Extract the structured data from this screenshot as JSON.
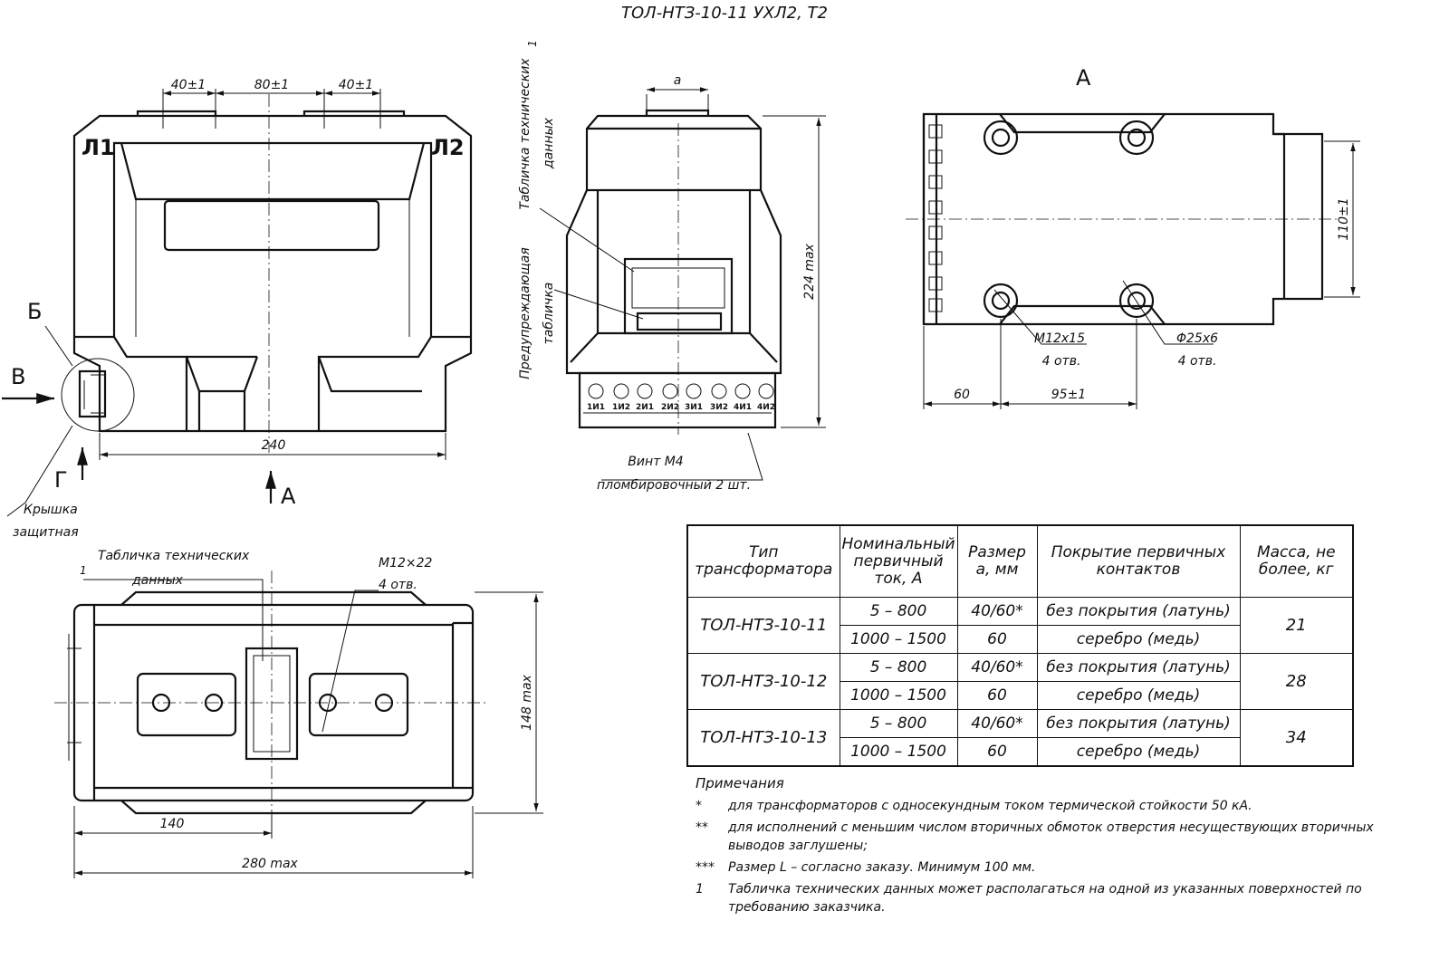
{
  "header": {
    "title": "ТОЛ-НТЗ-10-11 УХЛ2, Т2"
  },
  "front_view": {
    "letters": {
      "l1": "Л1",
      "l2": "Л2",
      "b": "Б",
      "v": "В",
      "g": "Г",
      "a": "А"
    },
    "dims": {
      "left_40": "40±1",
      "mid_80": "80±1",
      "right_40": "40±1",
      "width_240": "240"
    },
    "cover_label_line1": "Крышка",
    "cover_label_line2": "защитная"
  },
  "side_view": {
    "dim_a": "a",
    "dim_height": "224 max",
    "plate_tech_line1": "Табличка технических",
    "plate_tech_line2": "данных",
    "plate_tech_ref": "1",
    "plate_warn_line1": "Предупреждающая",
    "plate_warn_line2": "табличка",
    "terminals": [
      "1И1",
      "1И2",
      "2И1",
      "2И2",
      "3И1",
      "3И2",
      "4И1",
      "4И2"
    ],
    "screw_line1": "Винт М4",
    "screw_line2": "пломбировочный 2 шт."
  },
  "view_a": {
    "title": "А",
    "dim_height": "110±1",
    "dim_60": "60",
    "dim_95": "95±1",
    "thread_label": "М12х15",
    "thread_count": "4 отв.",
    "hole_label": "Φ25х6",
    "hole_count": "4 отв."
  },
  "top_view": {
    "plate_ref": "1",
    "plate_line1": "Табличка технических",
    "plate_line2": "данных",
    "thread_label": "М12×22",
    "thread_count": "4 отв.",
    "dim_height": "148 max",
    "dim_140": "140",
    "dim_280": "280 max"
  },
  "spec_table": {
    "headers": {
      "type": "Тип трансформатора",
      "current": "Номинальный первичный ток, А",
      "size": "Размер а, мм",
      "coating": "Покрытие первичных контактов",
      "mass": "Масса, не более, кг"
    },
    "groups": [
      {
        "type": "ТОЛ-НТЗ-10-11",
        "mass": "21",
        "rows": [
          {
            "current": "5 – 800",
            "size": "40/60*",
            "coating": "без покрытия (латунь)"
          },
          {
            "current": "1000 – 1500",
            "size": "60",
            "coating": "серебро (медь)"
          }
        ]
      },
      {
        "type": "ТОЛ-НТЗ-10-12",
        "mass": "28",
        "rows": [
          {
            "current": "5 – 800",
            "size": "40/60*",
            "coating": "без покрытия (латунь)"
          },
          {
            "current": "1000 – 1500",
            "size": "60",
            "coating": "серебро (медь)"
          }
        ]
      },
      {
        "type": "ТОЛ-НТЗ-10-13",
        "mass": "34",
        "rows": [
          {
            "current": "5 – 800",
            "size": "40/60*",
            "coating": "без покрытия (латунь)"
          },
          {
            "current": "1000 – 1500",
            "size": "60",
            "coating": "серебро (медь)"
          }
        ]
      }
    ]
  },
  "notes": {
    "title": "Примечания",
    "items": [
      {
        "mark": "*",
        "text": "для трансформаторов с односекундным током термической стойкости 50 кА."
      },
      {
        "mark": "**",
        "text": "для исполнений с меньшим числом вторичных обмоток отверстия несуществующих вторичных выводов заглушены;"
      },
      {
        "mark": "***",
        "text": "Размер L – согласно заказу. Минимум 100 мм."
      },
      {
        "mark": "1",
        "text": "Табличка технических данных может располагаться на одной из указанных поверхностей по требованию заказчика."
      }
    ]
  }
}
